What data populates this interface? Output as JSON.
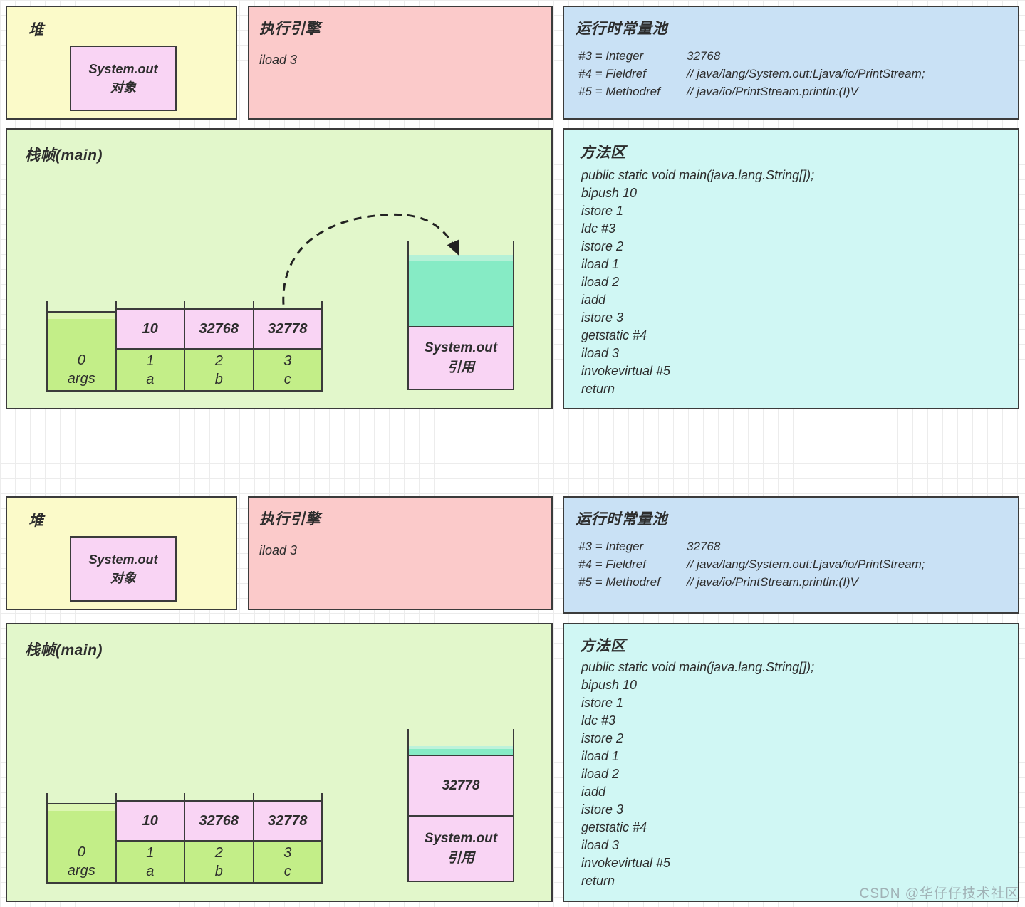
{
  "colors": {
    "border": "#3b3b3b",
    "heap_bg": "#fbfac9",
    "engine_bg": "#fbcaca",
    "pool_bg": "#c9e1f5",
    "frame_bg": "#e2f7cb",
    "method_bg": "#d0f7f4",
    "cell_pink": "#f9d4f4",
    "cell_green": "#c3ee88",
    "operand_teal": "#86ebc5"
  },
  "watermark": {
    "text": "CSDN @华仔仔技术社区"
  },
  "d1": {
    "heap": {
      "title": "堆",
      "object": {
        "line1": "System.out",
        "line2": "对象"
      }
    },
    "engine": {
      "title": "执行引擎",
      "instruction": "iload 3"
    },
    "pool": {
      "title": "运行时常量池",
      "entries": [
        {
          "label": "#3 = Integer",
          "value": "32768"
        },
        {
          "label": "#4 = Fieldref",
          "value": "// java/lang/System.out:Ljava/io/PrintStream;"
        },
        {
          "label": "#5 = Methodref",
          "value": "// java/io/PrintStream.println:(I)V"
        }
      ]
    },
    "frame": {
      "title": "栈帧(main)",
      "locals": [
        {
          "value": "",
          "index": "0",
          "name": "args"
        },
        {
          "value": "10",
          "index": "1",
          "name": "a"
        },
        {
          "value": "32768",
          "index": "2",
          "name": "b"
        },
        {
          "value": "32778",
          "index": "3",
          "name": "c"
        }
      ],
      "operand": {
        "slot_ref": {
          "line1": "System.out",
          "line2": "引用"
        }
      }
    },
    "method": {
      "title": "方法区",
      "lines": [
        "public static void main(java.lang.String[]);",
        "bipush 10",
        "istore 1",
        "ldc #3",
        "istore 2",
        "iload 1",
        "iload 2",
        "iadd",
        "istore 3",
        "getstatic #4",
        "iload 3",
        "invokevirtual #5",
        "return"
      ]
    }
  },
  "d2": {
    "heap": {
      "title": "堆",
      "object": {
        "line1": "System.out",
        "line2": "对象"
      }
    },
    "engine": {
      "title": "执行引擎",
      "instruction": "iload 3"
    },
    "pool": {
      "title": "运行时常量池",
      "entries": [
        {
          "label": "#3 = Integer",
          "value": "32768"
        },
        {
          "label": "#4 = Fieldref",
          "value": "// java/lang/System.out:Ljava/io/PrintStream;"
        },
        {
          "label": "#5 = Methodref",
          "value": "// java/io/PrintStream.println:(I)V"
        }
      ]
    },
    "frame": {
      "title": "栈帧(main)",
      "locals": [
        {
          "value": "",
          "index": "0",
          "name": "args"
        },
        {
          "value": "10",
          "index": "1",
          "name": "a"
        },
        {
          "value": "32768",
          "index": "2",
          "name": "b"
        },
        {
          "value": "32778",
          "index": "3",
          "name": "c"
        }
      ],
      "operand": {
        "slot_value": "32778",
        "slot_ref": {
          "line1": "System.out",
          "line2": "引用"
        }
      }
    },
    "method": {
      "title": "方法区",
      "lines": [
        "public static void main(java.lang.String[]);",
        "bipush 10",
        "istore 1",
        "ldc #3",
        "istore 2",
        "iload 1",
        "iload 2",
        "iadd",
        "istore 3",
        "getstatic #4",
        "iload 3",
        "invokevirtual #5",
        "return"
      ]
    }
  }
}
